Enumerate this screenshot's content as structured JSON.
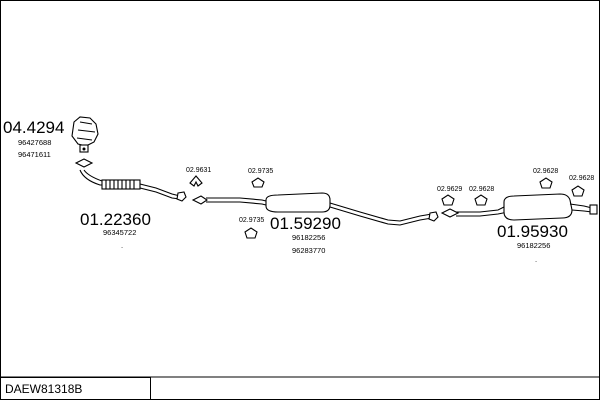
{
  "diagram": {
    "reference": "DAEW81318B",
    "parts": [
      {
        "number": "04.4294",
        "oem": [
          "96427688",
          "96471611"
        ]
      },
      {
        "number": "01.22360",
        "oem": [
          "96345722"
        ]
      },
      {
        "number": "01.59290",
        "oem": [
          "96182256",
          "96283770"
        ]
      },
      {
        "number": "01.95930",
        "oem": [
          "96182256"
        ]
      }
    ],
    "fittings": {
      "f1": "02.9631",
      "f2": "02.9735",
      "f3": "02.9735",
      "f4": "02.9629",
      "f5": "02.9628",
      "f6": "02.9628",
      "f7": "02.9628"
    }
  }
}
